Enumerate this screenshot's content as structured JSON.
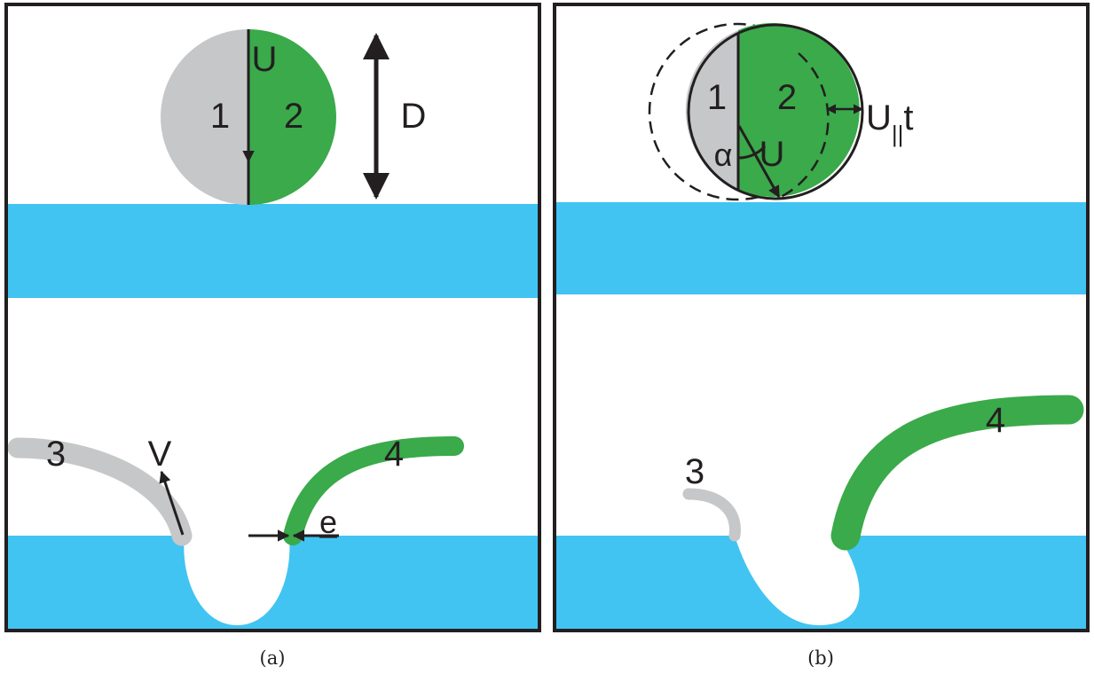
{
  "panels": [
    {
      "caption": "(a)",
      "labels": {
        "half_left": "1",
        "half_right": "2",
        "velocity": "U",
        "diameter": "D",
        "sheet_left": "3",
        "sheet_right": "4",
        "sheet_velocity": "V",
        "thickness": "e"
      }
    },
    {
      "caption": "(b)",
      "labels": {
        "half_left": "1",
        "half_right": "2",
        "angle": "α",
        "velocity": "U",
        "parallel_base": "U",
        "parallel_sub": "||",
        "parallel_t": "t",
        "sheet_left": "3",
        "sheet_right": "4"
      }
    }
  ],
  "colors": {
    "water": "#41c4f2",
    "grey_half": "#c6c7c9",
    "green_half": "#3aaa4a",
    "ink": "#231f20",
    "frame": "#231f20"
  }
}
